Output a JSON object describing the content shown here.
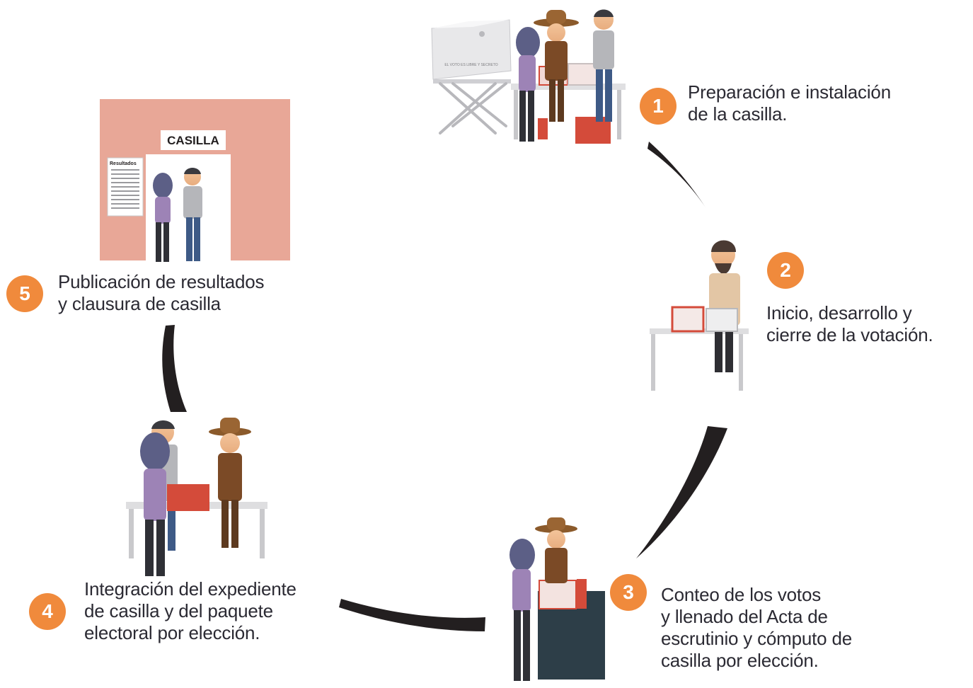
{
  "accent_color": "#f08a3c",
  "ink_color": "#231f20",
  "steps": [
    {
      "number": "1",
      "lines": [
        "Preparación e instalación",
        "de la casilla."
      ]
    },
    {
      "number": "2",
      "lines": [
        "Inicio, desarrollo y",
        "cierre de la votación."
      ]
    },
    {
      "number": "3",
      "lines": [
        "Conteo de los votos",
        "y llenado del Acta de",
        "escrutinio y cómputo de",
        "casilla por elección."
      ]
    },
    {
      "number": "4",
      "lines": [
        "Integración del expediente",
        "de casilla y del paquete",
        "electoral por elección."
      ]
    },
    {
      "number": "5",
      "lines": [
        "Publicación de resultados",
        "y clausura de casilla"
      ]
    }
  ],
  "scenes": {
    "booth_sign": "EL VOTO ES LIBRE Y SECRETO",
    "building_sign": "CASILLA",
    "poster_title": "Resultados"
  }
}
